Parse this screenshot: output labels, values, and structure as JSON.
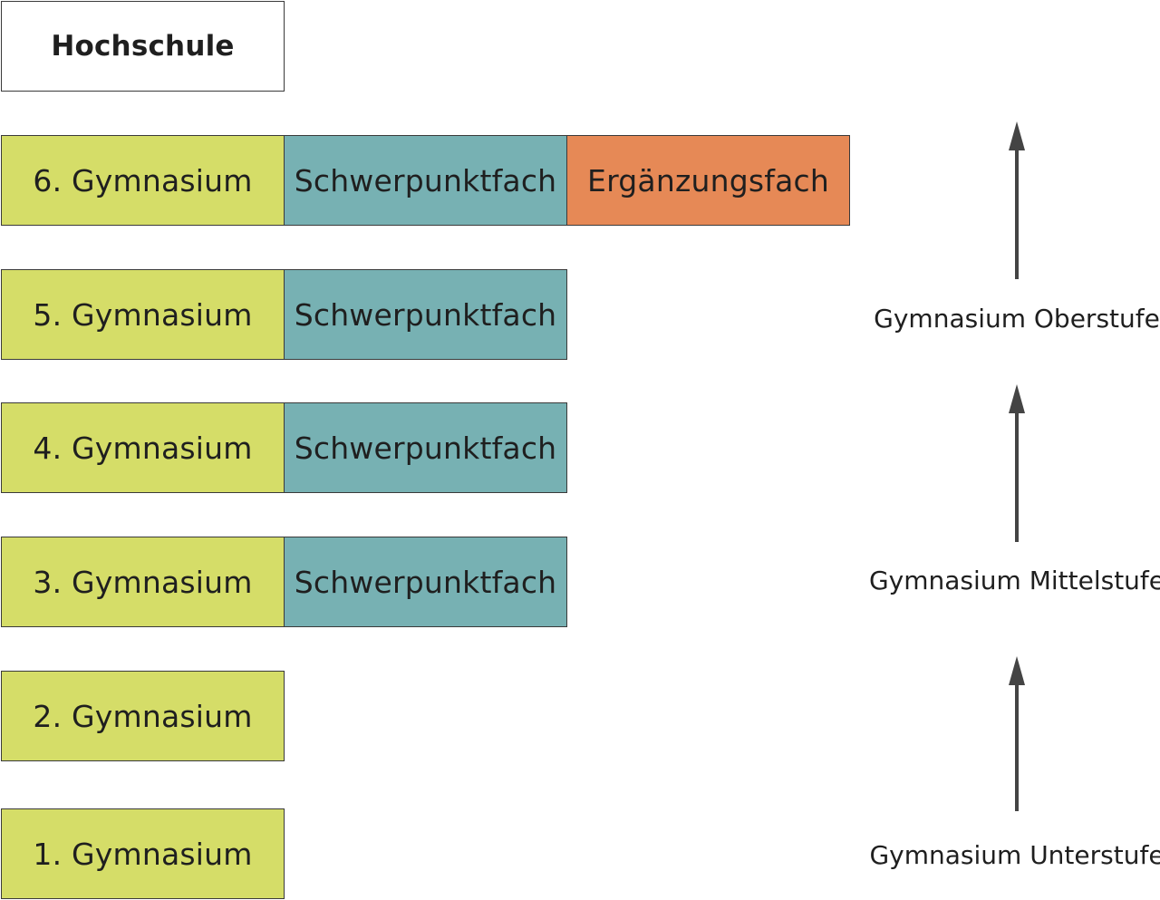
{
  "colors": {
    "gymnasium": "#d5dd68",
    "schwerpunktfach": "#77b1b3",
    "ergaenzungsfach": "#e68956",
    "border": "#3a3a3a",
    "arrow": "#444444"
  },
  "top": {
    "label": "Hochschule"
  },
  "rows": [
    {
      "grade": "6. Gymnasium",
      "cells": [
        "Schwerpunktfach",
        "Ergänzungsfach"
      ]
    },
    {
      "grade": "5. Gymnasium",
      "cells": [
        "Schwerpunktfach"
      ]
    },
    {
      "grade": "4. Gymnasium",
      "cells": [
        "Schwerpunktfach"
      ]
    },
    {
      "grade": "3. Gymnasium",
      "cells": [
        "Schwerpunktfach"
      ]
    },
    {
      "grade": "2. Gymnasium",
      "cells": []
    },
    {
      "grade": "1. Gymnasium",
      "cells": []
    }
  ],
  "stages": [
    {
      "label": "Gymnasium Oberstufe"
    },
    {
      "label": "Gymnasium Mittelstufe"
    },
    {
      "label": "Gymnasium Unterstufe"
    }
  ]
}
